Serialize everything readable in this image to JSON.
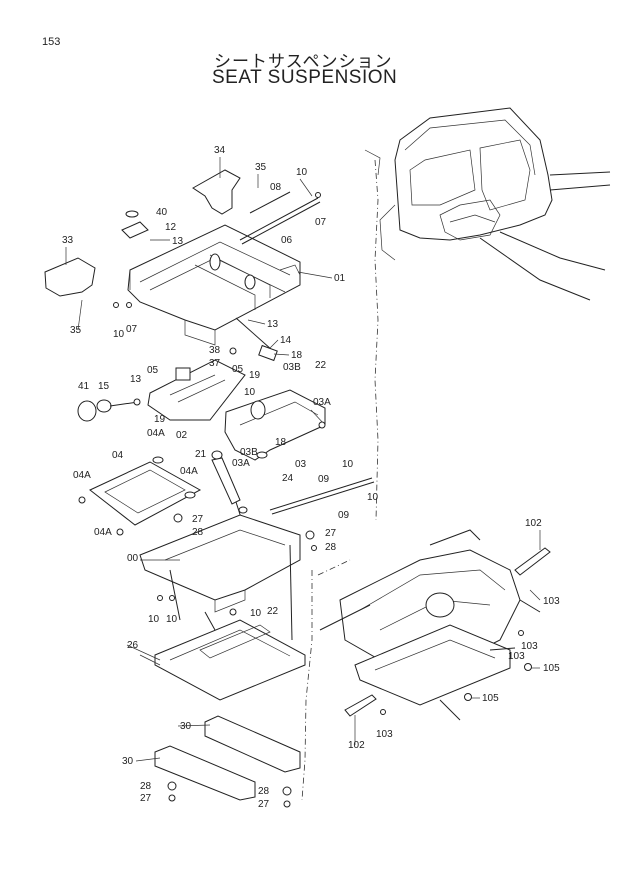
{
  "page_number": "153",
  "title_jp": "シートサスペンション",
  "title_en": "SEAT SUSPENSION",
  "callouts": [
    {
      "id": "c34a",
      "text": "34"
    },
    {
      "id": "c35a",
      "text": "35"
    },
    {
      "id": "c08",
      "text": "08"
    },
    {
      "id": "c10a",
      "text": "10"
    },
    {
      "id": "c07a",
      "text": "07"
    },
    {
      "id": "c06",
      "text": "06"
    },
    {
      "id": "c40",
      "text": "40"
    },
    {
      "id": "c12",
      "text": "12"
    },
    {
      "id": "c13a",
      "text": "13"
    },
    {
      "id": "c33",
      "text": "33"
    },
    {
      "id": "c01",
      "text": "01"
    },
    {
      "id": "c35b",
      "text": "35"
    },
    {
      "id": "c10b",
      "text": "10"
    },
    {
      "id": "c07b",
      "text": "07"
    },
    {
      "id": "c13b",
      "text": "13"
    },
    {
      "id": "c14",
      "text": "14"
    },
    {
      "id": "c38",
      "text": "38"
    },
    {
      "id": "c37",
      "text": "37"
    },
    {
      "id": "c18a",
      "text": "18"
    },
    {
      "id": "c19a",
      "text": "19"
    },
    {
      "id": "c05a",
      "text": "05"
    },
    {
      "id": "c05b",
      "text": "05"
    },
    {
      "id": "c22a",
      "text": "22"
    },
    {
      "id": "c03Ba",
      "text": "03B"
    },
    {
      "id": "c41",
      "text": "41"
    },
    {
      "id": "c15",
      "text": "15"
    },
    {
      "id": "c13c",
      "text": "13"
    },
    {
      "id": "c10c",
      "text": "10"
    },
    {
      "id": "c03Aa",
      "text": "03A"
    },
    {
      "id": "c19b",
      "text": "19"
    },
    {
      "id": "c02",
      "text": "02"
    },
    {
      "id": "c04Aa",
      "text": "04A"
    },
    {
      "id": "c18b",
      "text": "18"
    },
    {
      "id": "c21",
      "text": "21"
    },
    {
      "id": "c03Bb",
      "text": "03B"
    },
    {
      "id": "c03Ab",
      "text": "03A"
    },
    {
      "id": "c03",
      "text": "03"
    },
    {
      "id": "c04",
      "text": "04"
    },
    {
      "id": "c04Ab",
      "text": "04A"
    },
    {
      "id": "c24",
      "text": "24"
    },
    {
      "id": "c10d",
      "text": "10"
    },
    {
      "id": "c09a",
      "text": "09"
    },
    {
      "id": "c10e",
      "text": "10"
    },
    {
      "id": "c04Ac",
      "text": "04A"
    },
    {
      "id": "c09b",
      "text": "09"
    },
    {
      "id": "c27a",
      "text": "27"
    },
    {
      "id": "c28a",
      "text": "28"
    },
    {
      "id": "c04Ad",
      "text": "04A"
    },
    {
      "id": "c00",
      "text": "00"
    },
    {
      "id": "c27b",
      "text": "27"
    },
    {
      "id": "c28b",
      "text": "28"
    },
    {
      "id": "c10f",
      "text": "10"
    },
    {
      "id": "c10g",
      "text": "10"
    },
    {
      "id": "c10h",
      "text": "10"
    },
    {
      "id": "c22b",
      "text": "22"
    },
    {
      "id": "c26",
      "text": "26"
    },
    {
      "id": "c30a",
      "text": "30"
    },
    {
      "id": "c30b",
      "text": "30"
    },
    {
      "id": "c28c",
      "text": "28"
    },
    {
      "id": "c27c",
      "text": "27"
    },
    {
      "id": "c28d",
      "text": "28"
    },
    {
      "id": "c27d",
      "text": "27"
    },
    {
      "id": "c102a",
      "text": "102"
    },
    {
      "id": "c103a",
      "text": "103"
    },
    {
      "id": "c103b",
      "text": "103"
    },
    {
      "id": "c103c",
      "text": "103"
    },
    {
      "id": "c105a",
      "text": "105"
    },
    {
      "id": "c105b",
      "text": "105"
    },
    {
      "id": "c102b",
      "text": "102"
    },
    {
      "id": "c103d",
      "text": "103"
    }
  ]
}
